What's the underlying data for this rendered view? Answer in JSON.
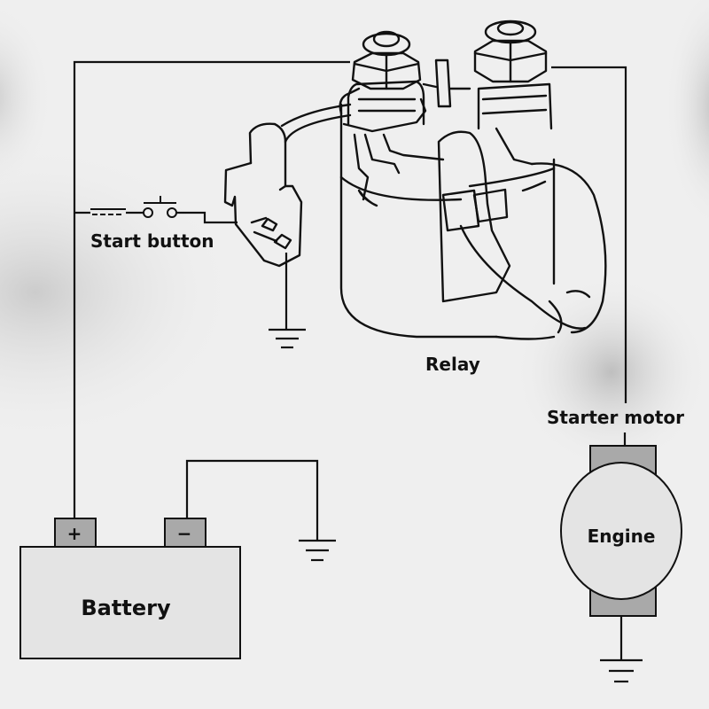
{
  "diagram": {
    "title": "Starter relay wiring diagram",
    "colors": {
      "background": "#efefef",
      "line": "#111111",
      "terminal_fill": "#a9a9a9",
      "body_fill": "#e4e4e4"
    },
    "labels": {
      "start_button": "Start button",
      "relay": "Relay",
      "starter_motor": "Starter motor",
      "engine": "Engine",
      "battery": "Battery",
      "battery_positive": "+",
      "battery_negative": "−"
    },
    "components": [
      {
        "id": "battery",
        "label": "Battery",
        "terminals": [
          "+",
          "−"
        ]
      },
      {
        "id": "start-button",
        "label": "Start button",
        "type": "push-button switch"
      },
      {
        "id": "relay",
        "label": "Relay",
        "type": "solenoid relay"
      },
      {
        "id": "starter-motor",
        "label": "Starter motor"
      },
      {
        "id": "engine",
        "label": "Engine"
      }
    ],
    "connections": [
      {
        "from": "battery +",
        "to": "relay terminal 1"
      },
      {
        "from": "battery +",
        "to": "start-button"
      },
      {
        "from": "start-button",
        "to": "relay coil connector"
      },
      {
        "from": "relay coil connector",
        "to": "ground"
      },
      {
        "from": "relay terminal 2",
        "to": "starter-motor"
      },
      {
        "from": "starter-motor",
        "to": "ground"
      },
      {
        "from": "battery −",
        "to": "ground"
      }
    ]
  }
}
